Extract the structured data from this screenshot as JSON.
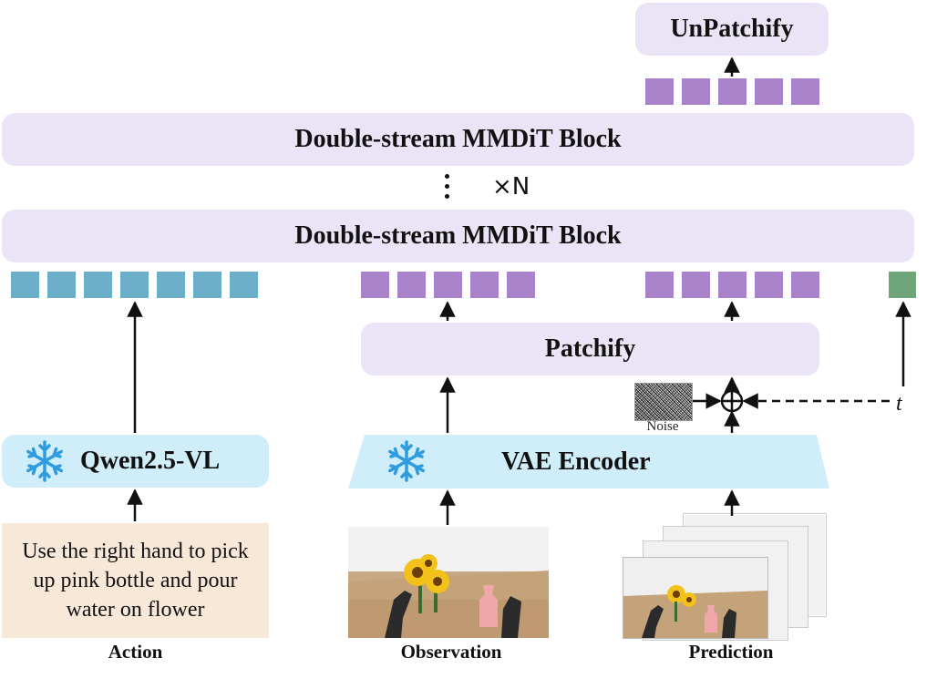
{
  "blocks": {
    "unpatchify": "UnPatchify",
    "mmdit_top": "Double-stream MMDiT Block",
    "mmdit_bottom": "Double-stream MMDiT Block",
    "repeat": "×N",
    "patchify": "Patchify",
    "qwen": "Qwen2.5-VL",
    "vae": "VAE Encoder"
  },
  "inputs": {
    "action_text": "Use the right hand to pick up pink bottle and pour water on flower",
    "noise_label": "Noise",
    "timestep": "t"
  },
  "labels": {
    "action": "Action",
    "observation": "Observation",
    "prediction": "Prediction"
  },
  "colors": {
    "block_fill": "#ebe4f7",
    "encoder_fill": "#cfeefa",
    "text_token": "#6aaec7",
    "latent_token": "#a883c9",
    "time_token": "#6ea578",
    "action_fill": "#f8e8d8",
    "frozen_icon": "#2f9ce0"
  },
  "icons": [
    "snowflake-icon",
    "plus-circle-icon",
    "noise-icon"
  ]
}
